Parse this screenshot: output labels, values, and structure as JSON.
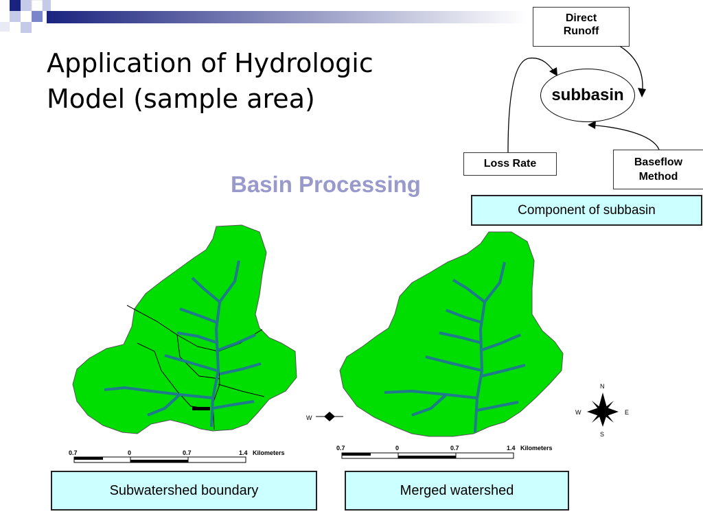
{
  "slide": {
    "title_line1": "Application of Hydrologic",
    "title_line2": "Model (sample area)",
    "subtitle": "Basin Processing"
  },
  "diagram": {
    "center": "subbasin",
    "direct_runoff": "Direct Runoff",
    "loss_rate": "Loss Rate",
    "baseflow": "Baseflow Method",
    "component_caption": "Component of subbasin"
  },
  "maps": {
    "left_caption": "Subwatershed boundary",
    "right_caption": "Merged watershed",
    "scale_left": {
      "labels": [
        "0.7",
        "0",
        "0.7",
        "1.4"
      ],
      "unit": "Kilometers"
    },
    "scale_right": {
      "labels": [
        "0.7",
        "0",
        "0.7",
        "1.4"
      ],
      "unit": "Kilometers"
    },
    "compass": {
      "n": "N",
      "s": "S",
      "e": "E",
      "w": "W"
    }
  },
  "colors": {
    "watershed_fill": "#00dd00",
    "stream": "#1f7a8c",
    "caption_bg": "#ccffff",
    "subtitle": "#9999cc",
    "band": "#1a237e"
  }
}
